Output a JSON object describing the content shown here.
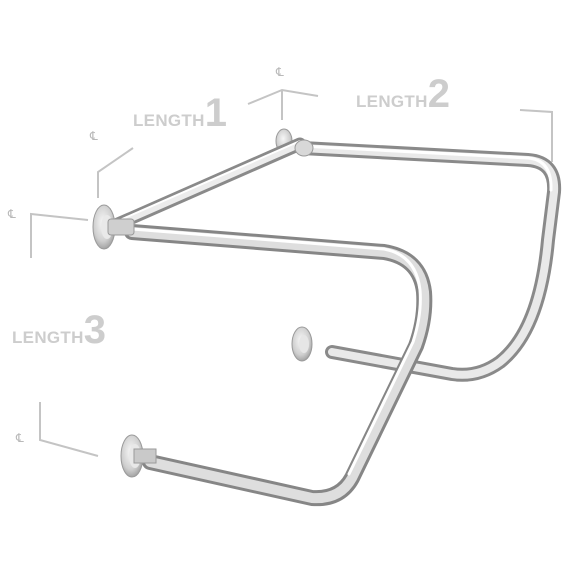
{
  "labels": {
    "length1": {
      "word": "LENGTH",
      "num": "1"
    },
    "length2": {
      "word": "LENGTH",
      "num": "2"
    },
    "length3": {
      "word": "LENGTH",
      "num": "3"
    }
  },
  "centerline_symbol": "℄",
  "colors": {
    "label": "#cdcdcd",
    "dimension_line": "#c4c4c4",
    "steel_light": "#f4f4f4",
    "steel_mid": "#bfbfbf",
    "steel_dark": "#8d8d8d"
  }
}
